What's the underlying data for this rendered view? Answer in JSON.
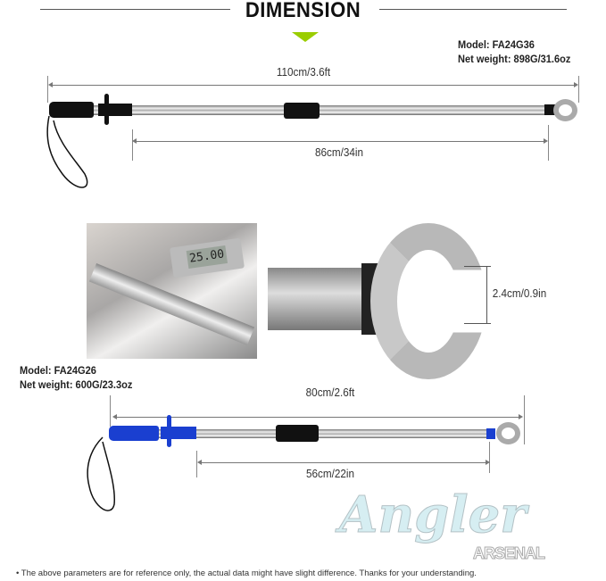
{
  "header": {
    "title": "DIMENSION",
    "accent_color": "#9acd00"
  },
  "product_large": {
    "model": "Model: FA24G36",
    "weight": "Net weight: 898G/31.6oz",
    "total_length": "110cm/3.6ft",
    "shaft_length": "86cm/34in",
    "grip_color": "#111111"
  },
  "detail": {
    "caliper_reading": "25.00",
    "jaw_opening": "2.4cm/0.9in"
  },
  "product_small": {
    "model": "Model: FA24G26",
    "weight": "Net weight: 600G/23.3oz",
    "total_length": "80cm/2.6ft",
    "shaft_length": "56cm/22in",
    "grip_color": "#1a3fd0"
  },
  "watermark": {
    "brand": "Angler",
    "sub": "ARSENAL"
  },
  "footer": {
    "note": "The above parameters are for reference only, the actual data might have slight difference. Thanks for your understanding."
  }
}
